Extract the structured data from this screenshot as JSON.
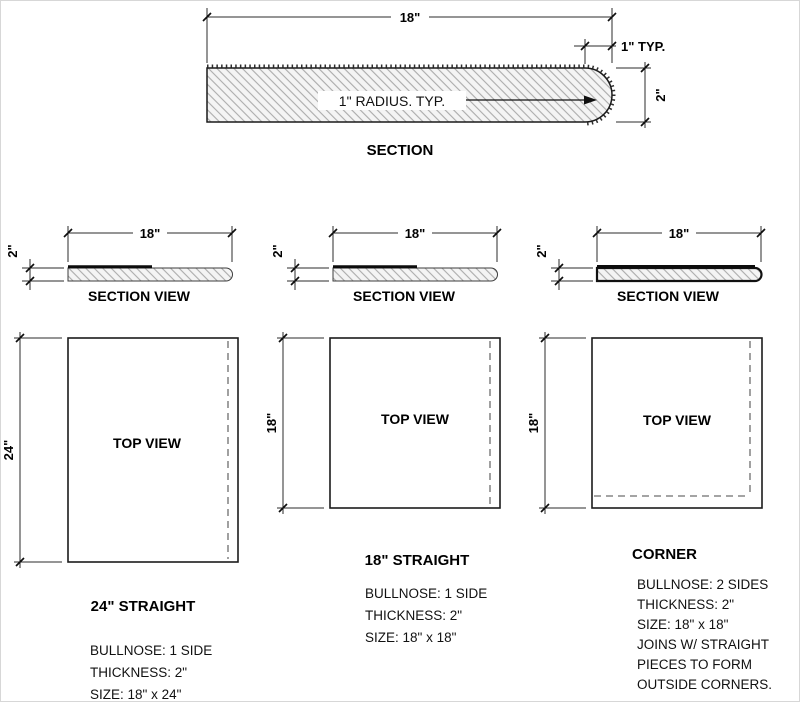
{
  "drawing": {
    "section": {
      "title": "SECTION",
      "width_dim": "18\"",
      "typ_dim": "1\" TYP.",
      "thickness_dim": "2\"",
      "radius_note": "1\" RADIUS. TYP."
    },
    "section_views": [
      {
        "label": "SECTION VIEW",
        "width_dim": "18\"",
        "thickness_dim": "2\""
      },
      {
        "label": "SECTION VIEW",
        "width_dim": "18\"",
        "thickness_dim": "2\""
      },
      {
        "label": "SECTION VIEW",
        "width_dim": "18\"",
        "thickness_dim": "2\""
      }
    ],
    "top_views": [
      {
        "label": "TOP VIEW",
        "height_dim": "24\"",
        "heading": "24\" STRAIGHT",
        "specs": [
          "BULLNOSE: 1 SIDE",
          "THICKNESS: 2\"",
          "SIZE: 18\" x 24\""
        ]
      },
      {
        "label": "TOP VIEW",
        "height_dim": "18\"",
        "heading": "18\" STRAIGHT",
        "specs": [
          "BULLNOSE: 1 SIDE",
          "THICKNESS: 2\"",
          "SIZE: 18\" x 18\""
        ]
      },
      {
        "label": "TOP VIEW",
        "height_dim": "18\"",
        "heading": "CORNER",
        "specs": [
          "BULLNOSE: 2 SIDES",
          "THICKNESS: 2\"",
          "SIZE: 18\" x 18\"",
          "JOINS W/ STRAIGHT",
          "PIECES TO FORM",
          "OUTSIDE CORNERS."
        ]
      }
    ],
    "colors": {
      "line": "#1a1a1a",
      "hatch_line": "#ababab",
      "hatch_bg": "#f4f4f4",
      "dash": "#6e6e6e"
    }
  }
}
